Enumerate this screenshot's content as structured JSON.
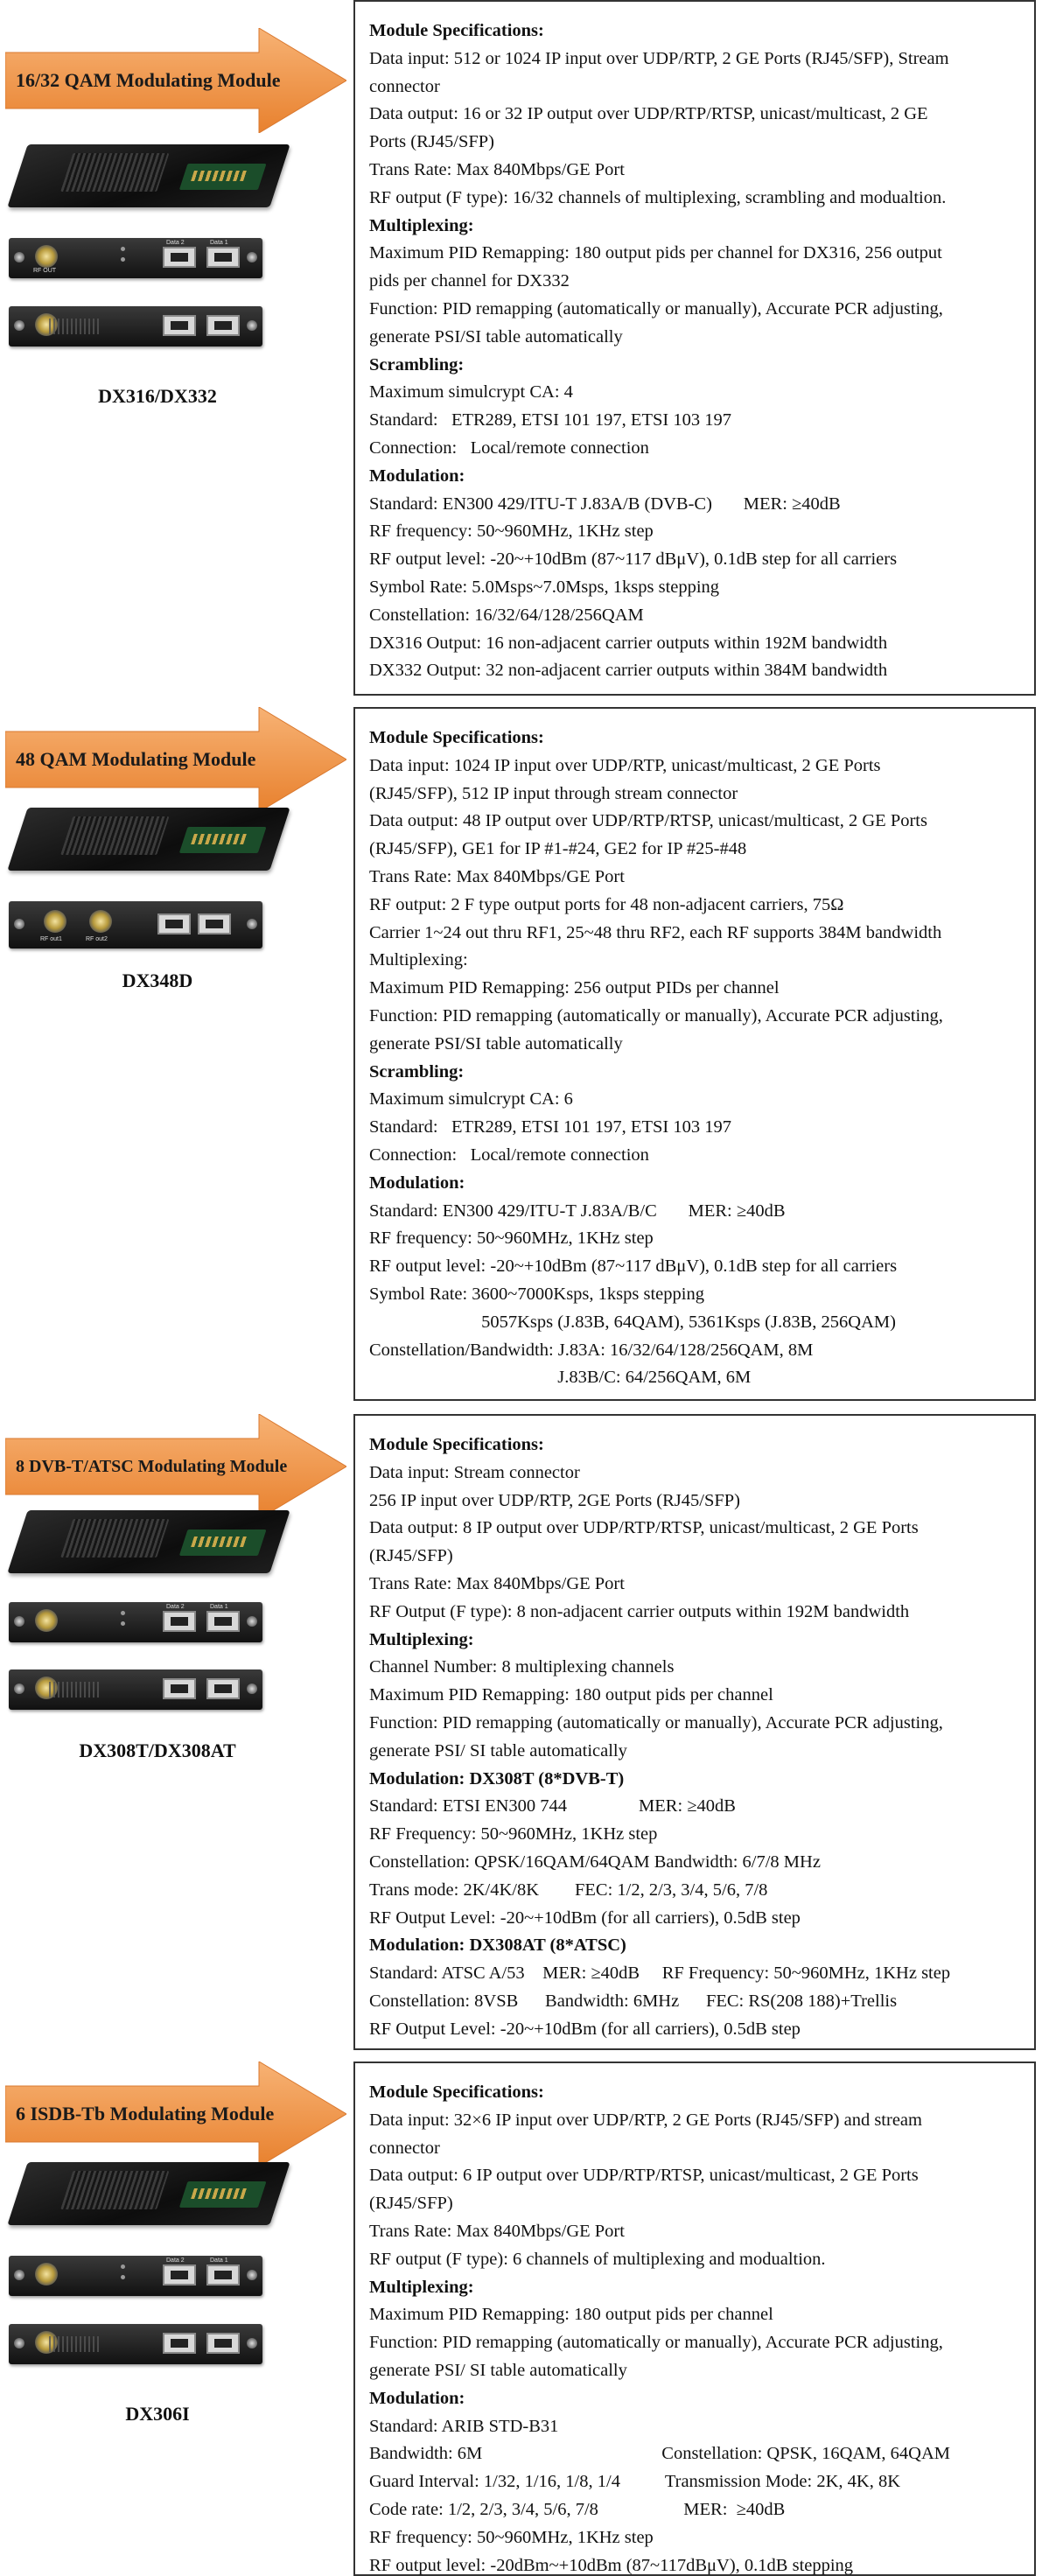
{
  "modules": [
    {
      "banner": "16/32 QAM Modulating Module",
      "model": "DX316/DX332",
      "lines": [
        {
          "t": "Module Specifications:",
          "b": true
        },
        {
          "t": "Data input: 512 or 1024 IP input over UDP/RTP, 2 GE Ports (RJ45/SFP), Stream"
        },
        {
          "t": "connector"
        },
        {
          "t": "Data output: 16 or 32 IP output over UDP/RTP/RTSP, unicast/multicast, 2 GE"
        },
        {
          "t": "Ports (RJ45/SFP)"
        },
        {
          "t": "Trans Rate: Max 840Mbps/GE Port"
        },
        {
          "t": "RF output (F type): 16/32 channels of multiplexing, scrambling and modualtion."
        },
        {
          "t": "Multiplexing:",
          "b": true
        },
        {
          "t": "Maximum PID Remapping: 180 output pids per channel for DX316, 256 output"
        },
        {
          "t": "pids per channel for DX332"
        },
        {
          "t": "Function: PID remapping (automatically or manually), Accurate PCR adjusting,"
        },
        {
          "t": "generate PSI/SI table automatically"
        },
        {
          "t": "Scrambling:",
          "b": true
        },
        {
          "t": "Maximum simulcrypt CA: 4"
        },
        {
          "t": "Standard:   ETR289, ETSI 101 197, ETSI 103 197"
        },
        {
          "t": "Connection:   Local/remote connection"
        },
        {
          "t": "Modulation:",
          "b": true
        },
        {
          "t": "Standard: EN300 429/ITU-T J.83A/B (DVB-C)       MER: ≥40dB"
        },
        {
          "t": "RF frequency: 50~960MHz, 1KHz step"
        },
        {
          "t": "RF output level: -20~+10dBm (87~117 dBμV), 0.1dB step for all carriers"
        },
        {
          "t": "Symbol Rate: 5.0Msps~7.0Msps, 1ksps stepping"
        },
        {
          "t": "Constellation: 16/32/64/128/256QAM"
        },
        {
          "t": "DX316 Output: 16 non-adjacent carrier outputs within 192M bandwidth"
        },
        {
          "t": "DX332 Output: 32 non-adjacent carrier outputs within 384M bandwidth"
        }
      ]
    },
    {
      "banner": "48 QAM Modulating Module",
      "model": "DX348D",
      "lines": [
        {
          "t": "Module Specifications:",
          "b": true
        },
        {
          "t": "Data input: 1024 IP input over UDP/RTP, unicast/multicast, 2 GE Ports"
        },
        {
          "t": "(RJ45/SFP), 512 IP input through stream connector"
        },
        {
          "t": "Data output: 48 IP output over UDP/RTP/RTSP, unicast/multicast, 2 GE Ports"
        },
        {
          "t": "(RJ45/SFP), GE1 for IP #1-#24, GE2 for IP #25-#48"
        },
        {
          "t": "Trans Rate: Max 840Mbps/GE Port"
        },
        {
          "t": "RF output: 2 F type output ports for 48 non-adjacent carriers, 75Ω"
        },
        {
          "t": "Carrier 1~24 out thru RF1, 25~48 thru RF2, each RF supports 384M bandwidth"
        },
        {
          "t": "Multiplexing:"
        },
        {
          "t": "Maximum PID Remapping: 256 output PIDs per channel"
        },
        {
          "t": "Function: PID remapping (automatically or manually), Accurate PCR adjusting,"
        },
        {
          "t": "generate PSI/SI table automatically"
        },
        {
          "t": "Scrambling:",
          "b": true
        },
        {
          "t": "Maximum simulcrypt CA: 6"
        },
        {
          "t": "Standard:   ETR289, ETSI 101 197, ETSI 103 197"
        },
        {
          "t": "Connection:   Local/remote connection"
        },
        {
          "t": "Modulation:",
          "b": true
        },
        {
          "t": "Standard: EN300 429/ITU-T J.83A/B/C       MER: ≥40dB"
        },
        {
          "t": "RF frequency: 50~960MHz, 1KHz step"
        },
        {
          "t": "RF output level: -20~+10dBm (87~117 dBμV), 0.1dB step for all carriers"
        },
        {
          "t": "Symbol Rate: 3600~7000Ksps, 1ksps stepping"
        },
        {
          "t": "                         5057Ksps (J.83B, 64QAM), 5361Ksps (J.83B, 256QAM)"
        },
        {
          "t": "Constellation/Bandwidth: J.83A: 16/32/64/128/256QAM, 8M"
        },
        {
          "t": "                                          J.83B/C: 64/256QAM, 6M"
        }
      ]
    },
    {
      "banner": "8 DVB-T/ATSC Modulating Module",
      "model": "DX308T/DX308AT",
      "lines": [
        {
          "t": "Module Specifications:",
          "b": true
        },
        {
          "t": "Data input: Stream connector"
        },
        {
          "t": "256 IP input over UDP/RTP, 2GE Ports (RJ45/SFP)"
        },
        {
          "t": "Data output: 8 IP output over UDP/RTP/RTSP, unicast/multicast, 2 GE Ports"
        },
        {
          "t": "(RJ45/SFP)"
        },
        {
          "t": "Trans Rate: Max 840Mbps/GE Port"
        },
        {
          "t": "RF Output (F type): 8 non-adjacent carrier outputs within 192M bandwidth"
        },
        {
          "t": "Multiplexing:",
          "b": true
        },
        {
          "t": "Channel Number: 8 multiplexing channels"
        },
        {
          "t": "Maximum PID Remapping: 180 output pids per channel"
        },
        {
          "t": "Function: PID remapping (automatically or manually), Accurate PCR adjusting,"
        },
        {
          "t": "generate PSI/ SI table automatically"
        },
        {
          "t": "Modulation: DX308T (8*DVB-T)",
          "b": true
        },
        {
          "t": "Standard: ETSI EN300 744                MER: ≥40dB"
        },
        {
          "t": "RF Frequency: 50~960MHz, 1KHz step"
        },
        {
          "t": "Constellation: QPSK/16QAM/64QAM Bandwidth: 6/7/8 MHz"
        },
        {
          "t": "Trans mode: 2K/4K/8K        FEC: 1/2, 2/3, 3/4, 5/6, 7/8"
        },
        {
          "t": "RF Output Level: -20~+10dBm (for all carriers), 0.5dB step"
        },
        {
          "t": "Modulation: DX308AT (8*ATSC)",
          "b": true
        },
        {
          "t": "Standard: ATSC A/53    MER: ≥40dB     RF Frequency: 50~960MHz, 1KHz step"
        },
        {
          "t": "Constellation: 8VSB      Bandwidth: 6MHz      FEC: RS(208 188)+Trellis"
        },
        {
          "t": "RF Output Level: -20~+10dBm (for all carriers), 0.5dB step"
        }
      ]
    },
    {
      "banner": "6 ISDB-Tb Modulating Module",
      "model": "DX306I",
      "lines": [
        {
          "t": "Module Specifications:",
          "b": true
        },
        {
          "t": "Data input: 32×6 IP input over UDP/RTP, 2 GE Ports (RJ45/SFP) and stream"
        },
        {
          "t": "connector"
        },
        {
          "t": "Data output: 6 IP output over UDP/RTP/RTSP, unicast/multicast, 2 GE Ports"
        },
        {
          "t": "(RJ45/SFP)"
        },
        {
          "t": "Trans Rate: Max 840Mbps/GE Port"
        },
        {
          "t": "RF output (F type): 6 channels of multiplexing and modualtion."
        },
        {
          "t": "Multiplexing:",
          "b": true
        },
        {
          "t": "Maximum PID Remapping: 180 output pids per channel"
        },
        {
          "t": "Function: PID remapping (automatically or manually), Accurate PCR adjusting,"
        },
        {
          "t": "generate PSI/ SI table automatically"
        },
        {
          "t": "Modulation:",
          "b": true
        },
        {
          "t": "Standard: ARIB STD-B31"
        },
        {
          "t": "Bandwidth: 6M                                        Constellation: QPSK, 16QAM, 64QAM"
        },
        {
          "t": "Guard Interval: 1/32, 1/16, 1/8, 1/4          Transmission Mode: 2K, 4K, 8K"
        },
        {
          "t": "Code rate: 1/2, 2/3, 3/4, 5/6, 7/8                   MER:  ≥40dB"
        },
        {
          "t": "RF frequency: 50~960MHz, 1KHz step"
        },
        {
          "t": "RF output level: -20dBm~+10dBm (87~117dBμV), 0.1dB stepping"
        }
      ]
    }
  ],
  "plate_labels": {
    "rf_out": "RF OUT",
    "data1": "Data 1",
    "data2": "Data 2",
    "rf_out1": "RF out1",
    "rf_out2": "RF out2"
  },
  "colors": {
    "arrow_fill": "#f4a15a",
    "arrow_dark": "#e07b2a",
    "border": "#333333"
  }
}
